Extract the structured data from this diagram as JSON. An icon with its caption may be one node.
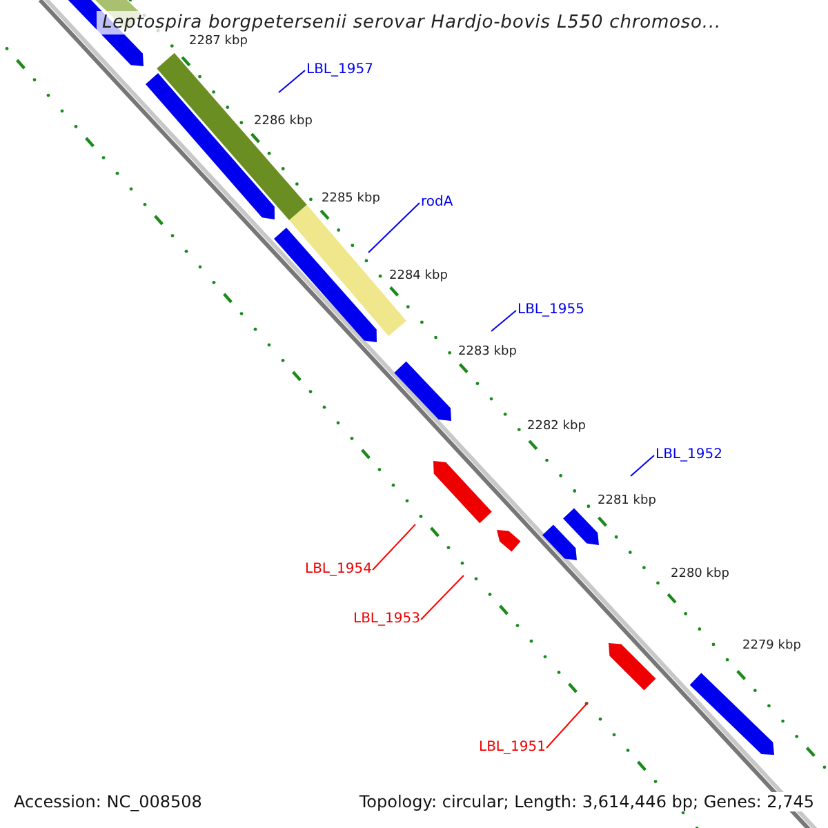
{
  "diagram": {
    "title": "Leptospira borgpetersenii serovar Hardjo-bovis L550 chromoso...",
    "nodes": [
      {
        "text": [
          "LBL_1957"
        ]
      },
      {
        "text": [
          "rodA"
        ]
      },
      {
        "text": [
          "LBL_1955"
        ]
      },
      {
        "text": [
          "LBL_1952"
        ]
      },
      {
        "text": [
          "LBL_1954"
        ]
      },
      {
        "text": [
          "LBL_1953"
        ]
      },
      {
        "text": [
          "LBL_1951"
        ]
      }
    ],
    "edges": [
      {
        "from": 0,
        "to": null,
        "arrow": "none"
      },
      {
        "from": 1,
        "to": null,
        "arrow": "none"
      },
      {
        "from": 2,
        "to": null,
        "arrow": "none"
      },
      {
        "from": 3,
        "to": null,
        "arrow": "none"
      },
      {
        "from": 4,
        "to": null,
        "arrow": "none",
        "color": "#ff0000"
      },
      {
        "from": 5,
        "to": null,
        "arrow": "none",
        "color": "#ff0000"
      },
      {
        "from": 6,
        "to": null,
        "arrow": "none",
        "color": "#ff0000"
      }
    ],
    "labels": [
      "2287 kbp",
      "2286 kbp",
      "2285 kbp",
      "2284 kbp",
      "2283 kbp",
      "2282 kbp",
      "2281 kbp",
      "2280 kbp",
      "2279 kbp",
      "Accession: NC_008508",
      "Topology: circular; Length: 3,614,446 bp; Genes: 2,745"
    ]
  }
}
